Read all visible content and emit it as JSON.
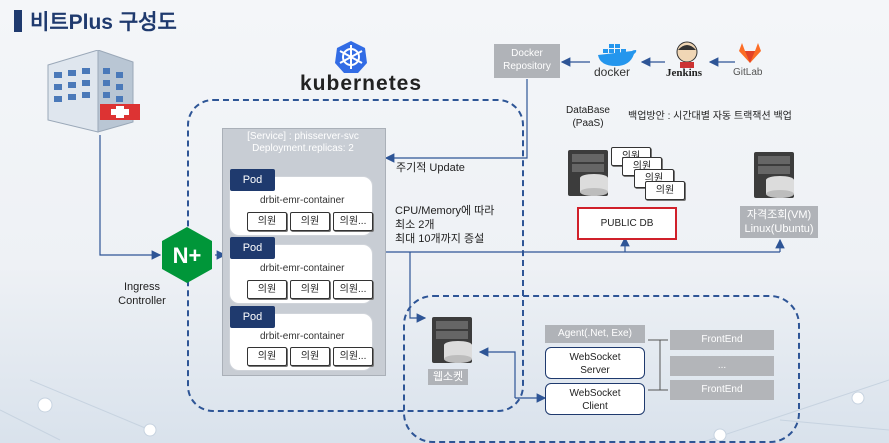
{
  "title": "비트Plus 구성도",
  "colors": {
    "navy": "#1f3a6e",
    "line": "#2e5596",
    "accent_red": "#d0202a",
    "nginx_green": "#009639",
    "docker_blue": "#2496ed",
    "gitlab_orange": "#fc6d26"
  },
  "kubernetes": {
    "label": "kubernetes",
    "icon": "kubernetes-helm-icon"
  },
  "service": {
    "line1": "[Service] : phisserver-svc",
    "line2": "Deployment.replicas: 2"
  },
  "pods": [
    {
      "tag": "Pod",
      "container": "drbit-emr-container",
      "docs": [
        "의원",
        "의원",
        "의원..."
      ]
    },
    {
      "tag": "Pod",
      "container": "drbit-emr-container",
      "docs": [
        "의원",
        "의원",
        "의원..."
      ]
    },
    {
      "tag": "Pod",
      "container": "drbit-emr-container",
      "docs": [
        "의원",
        "의원",
        "의원..."
      ]
    }
  ],
  "ingress": {
    "icon_text": "N+",
    "label_line1": "Ingress",
    "label_line2": "Controller"
  },
  "pipeline": {
    "docker_repo_line1": "Docker",
    "docker_repo_line2": "Repository",
    "docker": "docker",
    "jenkins": "Jenkins",
    "gitlab": "GitLab"
  },
  "update_label": "주기적 Update",
  "scaling": {
    "line1": "CPU/Memory에 따라",
    "line2": "최소 2개",
    "line3": "최대 10개까지 증설"
  },
  "database": {
    "line1": "DataBase",
    "line2": "(PaaS)",
    "backup": "백업방안 : 시간대별 자동 트랙잭션 백업",
    "docs": [
      "의원",
      "의원",
      "의원",
      "의원"
    ],
    "public_db": "PUBLIC DB"
  },
  "vm": {
    "line1": "자격조회(VM)",
    "line2": "Linux(Ubuntu)"
  },
  "websocket": {
    "server_label": "웹소켓",
    "agent": "Agent(.Net, Exe)",
    "ws_server_line1": "WebSocket",
    "ws_server_line2": "Server",
    "ws_client_line1": "WebSocket",
    "ws_client_line2": "Client",
    "frontends": [
      "FrontEnd",
      "...",
      "FrontEnd"
    ]
  }
}
